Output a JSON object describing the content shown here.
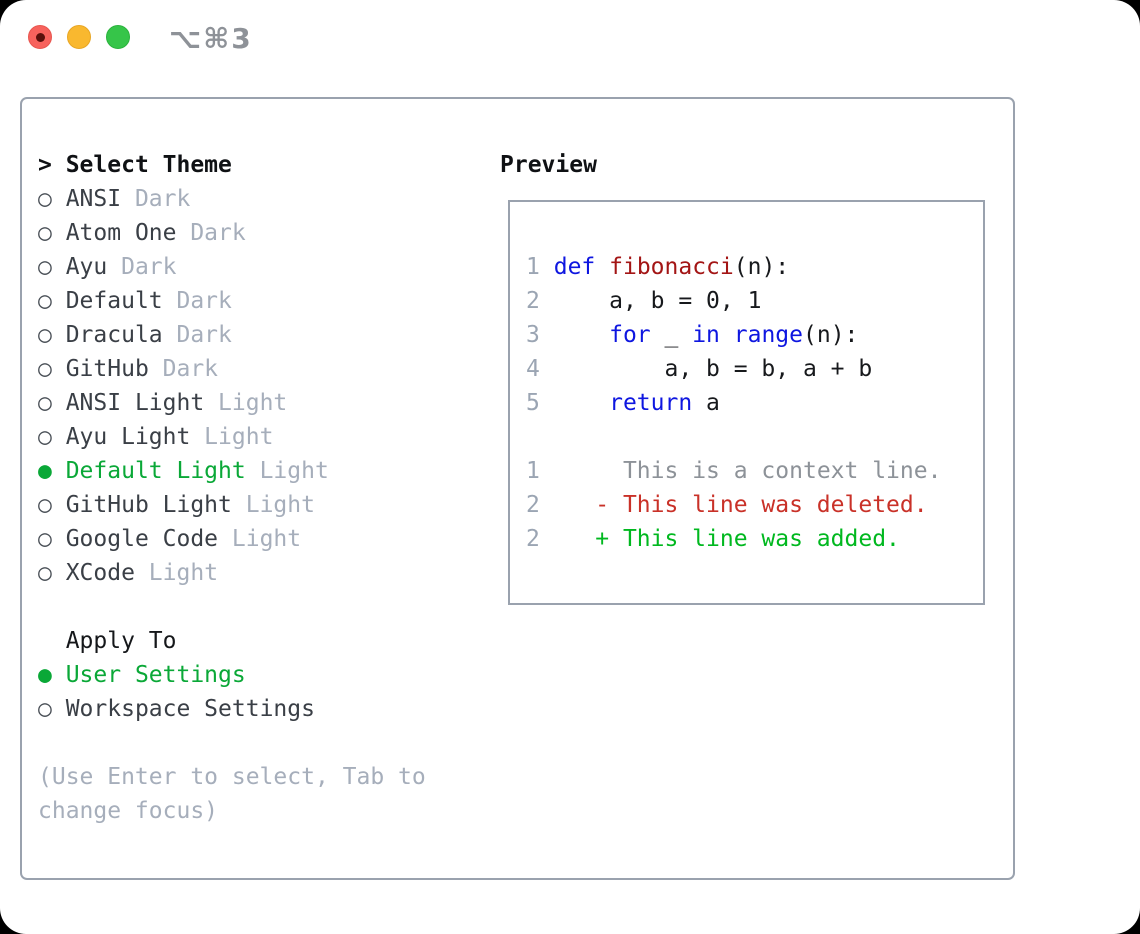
{
  "window": {
    "titlebar": {
      "traffic_lights": [
        "close",
        "minimize",
        "maximize"
      ],
      "shortcut_label": "⌥⌘3"
    }
  },
  "theme_picker": {
    "title_prefix": ">",
    "title": "Select Theme",
    "items": [
      {
        "name": "ANSI",
        "variant": "Dark",
        "selected": false
      },
      {
        "name": "Atom One",
        "variant": "Dark",
        "selected": false
      },
      {
        "name": "Ayu",
        "variant": "Dark",
        "selected": false
      },
      {
        "name": "Default",
        "variant": "Dark",
        "selected": false
      },
      {
        "name": "Dracula",
        "variant": "Dark",
        "selected": false
      },
      {
        "name": "GitHub",
        "variant": "Dark",
        "selected": false
      },
      {
        "name": "ANSI Light",
        "variant": "Light",
        "selected": false
      },
      {
        "name": "Ayu Light",
        "variant": "Light",
        "selected": false
      },
      {
        "name": "Default Light",
        "variant": "Light",
        "selected": true
      },
      {
        "name": "GitHub Light",
        "variant": "Light",
        "selected": false
      },
      {
        "name": "Google Code",
        "variant": "Light",
        "selected": false
      },
      {
        "name": "XCode",
        "variant": "Light",
        "selected": false
      }
    ],
    "apply_to": {
      "title": "Apply To",
      "options": [
        {
          "name": "User Settings",
          "selected": true
        },
        {
          "name": "Workspace Settings",
          "selected": false
        }
      ]
    },
    "hint_lines": [
      "(Use Enter to select, Tab to",
      "change focus)"
    ]
  },
  "preview": {
    "title": "Preview",
    "code_lines": [
      [
        {
          "t": "1",
          "c": "ln"
        },
        {
          "t": " ",
          "c": "pl"
        },
        {
          "t": "def",
          "c": "kw"
        },
        {
          "t": " ",
          "c": "pl"
        },
        {
          "t": "fibonacci",
          "c": "fn"
        },
        {
          "t": "(n):",
          "c": "pl"
        }
      ],
      [
        {
          "t": "2",
          "c": "ln"
        },
        {
          "t": "     a, b = 0, 1",
          "c": "pl"
        }
      ],
      [
        {
          "t": "3",
          "c": "ln"
        },
        {
          "t": "     ",
          "c": "pl"
        },
        {
          "t": "for",
          "c": "kw"
        },
        {
          "t": " _ ",
          "c": "pl"
        },
        {
          "t": "in",
          "c": "kw"
        },
        {
          "t": " ",
          "c": "pl"
        },
        {
          "t": "range",
          "c": "kw"
        },
        {
          "t": "(n):",
          "c": "pl"
        }
      ],
      [
        {
          "t": "4",
          "c": "ln"
        },
        {
          "t": "         a, b = b, a + b",
          "c": "pl"
        }
      ],
      [
        {
          "t": "5",
          "c": "ln"
        },
        {
          "t": "     ",
          "c": "pl"
        },
        {
          "t": "return",
          "c": "kw"
        },
        {
          "t": " a",
          "c": "pl"
        }
      ]
    ],
    "diff_lines": [
      [
        {
          "t": "1",
          "c": "ln"
        },
        {
          "t": "      ",
          "c": "pl"
        },
        {
          "t": "This is a context line.",
          "c": "ctx"
        }
      ],
      [
        {
          "t": "2",
          "c": "ln"
        },
        {
          "t": "    ",
          "c": "pl"
        },
        {
          "t": "- This line was deleted.",
          "c": "del"
        }
      ],
      [
        {
          "t": "2",
          "c": "ln"
        },
        {
          "t": "    ",
          "c": "pl"
        },
        {
          "t": "+ This line was added.",
          "c": "add"
        }
      ]
    ]
  },
  "icons": {
    "selected_radio": "●",
    "unselected_radio": "○"
  },
  "colors": {
    "selection_green": "#0aa837",
    "added_green": "#00b81f",
    "deleted_red": "#c93128",
    "keyword_blue": "#0e16e0",
    "function_red": "#a31515",
    "accent_border": "#9aa2ae"
  }
}
